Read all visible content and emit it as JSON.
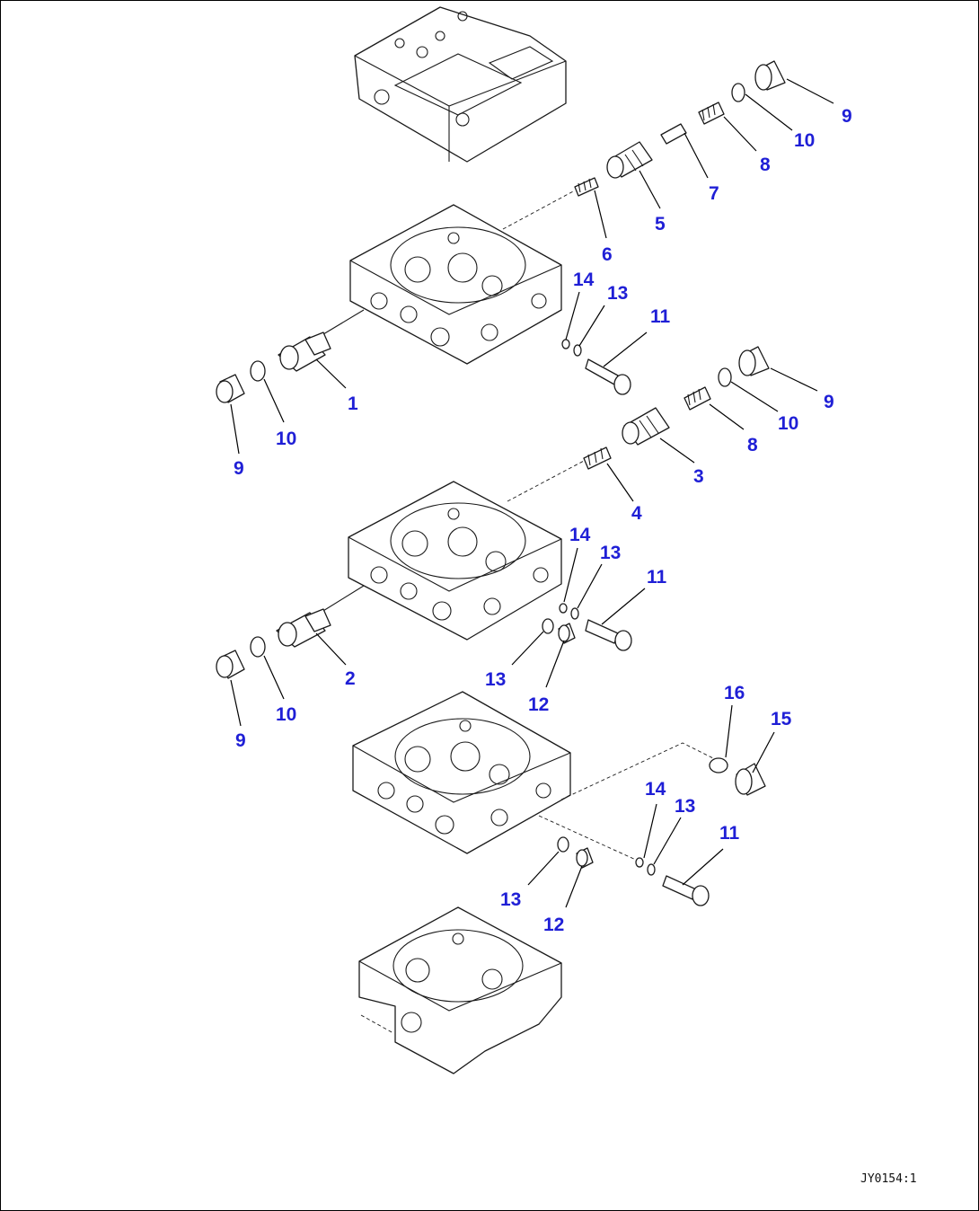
{
  "diagram": {
    "callouts": [
      {
        "id": "c9a",
        "label": "9"
      },
      {
        "id": "c10a",
        "label": "10"
      },
      {
        "id": "c8a",
        "label": "8"
      },
      {
        "id": "c7",
        "label": "7"
      },
      {
        "id": "c5",
        "label": "5"
      },
      {
        "id": "c6",
        "label": "6"
      },
      {
        "id": "c14a",
        "label": "14"
      },
      {
        "id": "c13a",
        "label": "13"
      },
      {
        "id": "c11a",
        "label": "11"
      },
      {
        "id": "c1",
        "label": "1"
      },
      {
        "id": "c10b",
        "label": "10"
      },
      {
        "id": "c9b",
        "label": "9"
      },
      {
        "id": "c9c",
        "label": "9"
      },
      {
        "id": "c10c",
        "label": "10"
      },
      {
        "id": "c8b",
        "label": "8"
      },
      {
        "id": "c3",
        "label": "3"
      },
      {
        "id": "c4",
        "label": "4"
      },
      {
        "id": "c14b",
        "label": "14"
      },
      {
        "id": "c13b",
        "label": "13"
      },
      {
        "id": "c11b",
        "label": "11"
      },
      {
        "id": "c2",
        "label": "2"
      },
      {
        "id": "c13c",
        "label": "13"
      },
      {
        "id": "c12a",
        "label": "12"
      },
      {
        "id": "c10d",
        "label": "10"
      },
      {
        "id": "c9d",
        "label": "9"
      },
      {
        "id": "c16",
        "label": "16"
      },
      {
        "id": "c15",
        "label": "15"
      },
      {
        "id": "c14c",
        "label": "14"
      },
      {
        "id": "c13d",
        "label": "13"
      },
      {
        "id": "c11c",
        "label": "11"
      },
      {
        "id": "c13e",
        "label": "13"
      },
      {
        "id": "c12b",
        "label": "12"
      }
    ],
    "drawing_code": "JY0154:1",
    "callout_color": "#1f1fd6"
  }
}
